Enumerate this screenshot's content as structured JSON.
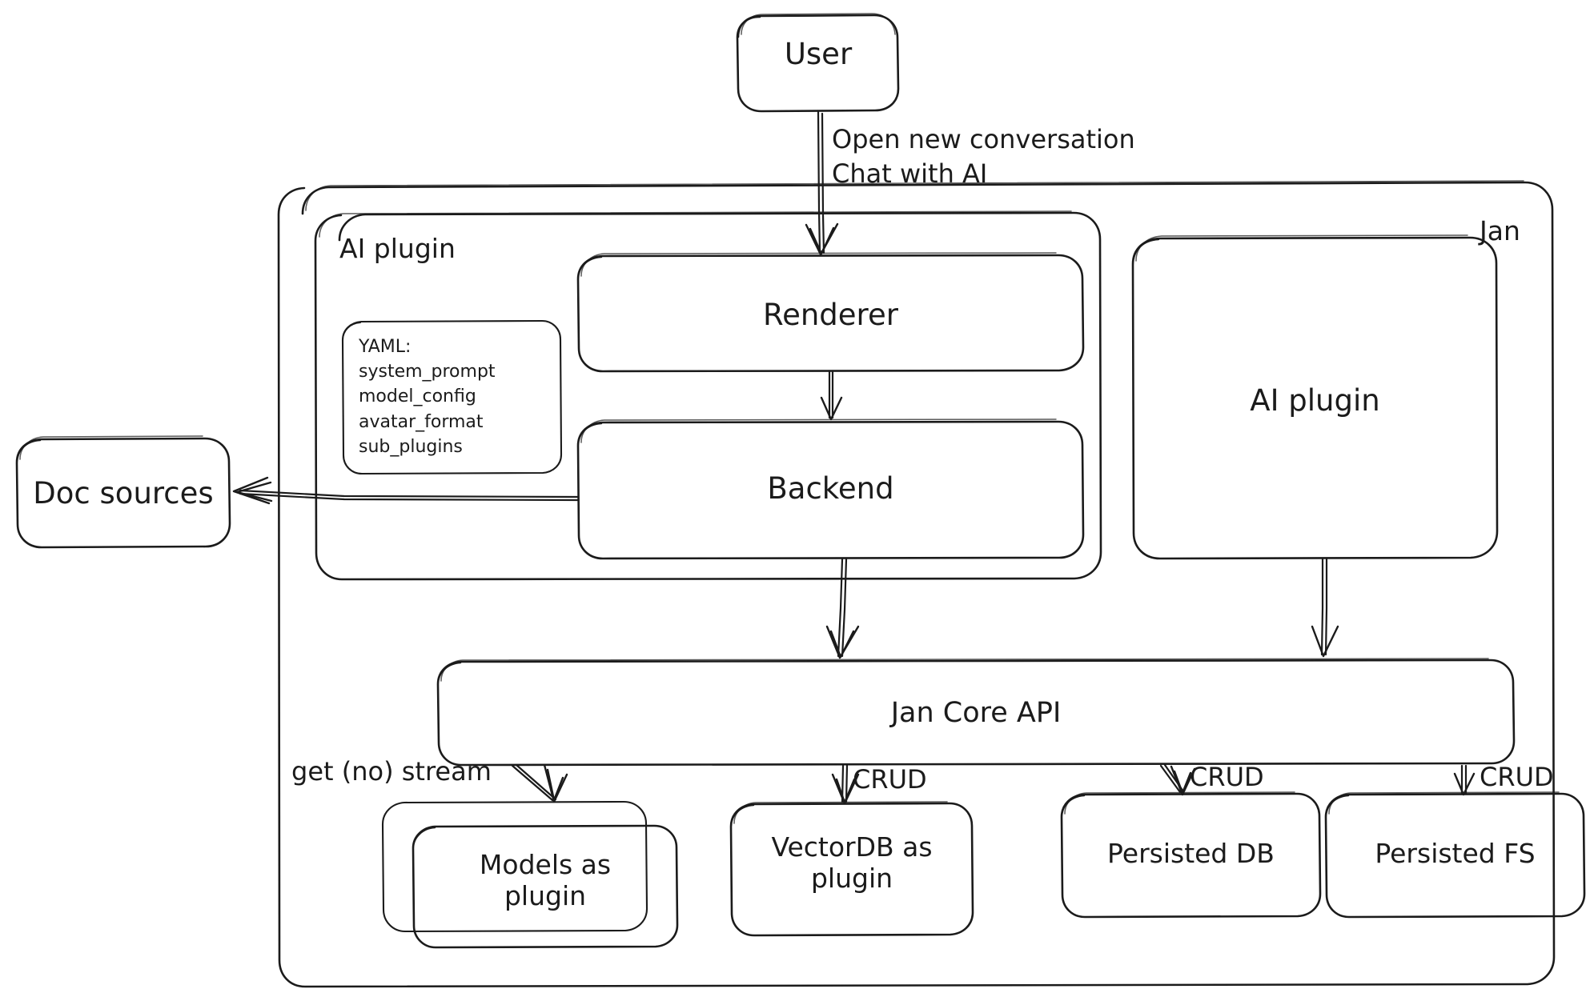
{
  "diagram": {
    "title": "Jan architecture diagram",
    "style": "hand-drawn",
    "stroke_color": "#1b1b1b",
    "background_color": "#ffffff"
  },
  "nodes": {
    "user": {
      "label": "User"
    },
    "jan_container": {
      "label": "Jan"
    },
    "ai_plugin_container": {
      "label": "AI plugin"
    },
    "yaml_note": {
      "label": "YAML:\nsystem_prompt\nmodel_config\navatar_format\nsub_plugins"
    },
    "renderer": {
      "label": "Renderer"
    },
    "backend": {
      "label": "Backend"
    },
    "ai_plugin_right": {
      "label": "AI plugin"
    },
    "doc_sources": {
      "label": "Doc sources"
    },
    "jan_core_api": {
      "label": "Jan Core API"
    },
    "models_as_plugin": {
      "label": "Models as\nplugin"
    },
    "vectordb_as_plugin": {
      "label": "VectorDB as\nplugin"
    },
    "persisted_db": {
      "label": "Persisted DB"
    },
    "persisted_fs": {
      "label": "Persisted FS"
    }
  },
  "edges": {
    "user_to_renderer": {
      "label": "Open new conversation\nChat with AI"
    },
    "renderer_to_backend": {
      "label": ""
    },
    "backend_to_doc_sources": {
      "label": ""
    },
    "backend_to_core": {
      "label": ""
    },
    "ai_plugin_to_core": {
      "label": ""
    },
    "core_to_models": {
      "label": "get (no) stream"
    },
    "core_to_vectordb": {
      "label": "CRUD"
    },
    "core_to_persisted_db": {
      "label": "CRUD"
    },
    "core_to_persisted_fs": {
      "label": "CRUD"
    }
  }
}
